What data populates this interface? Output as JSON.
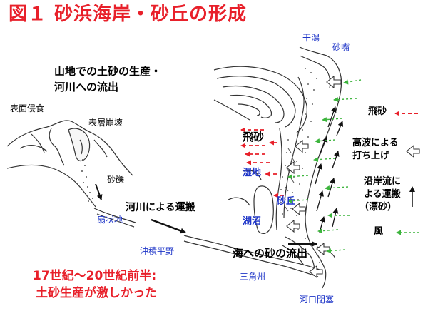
{
  "title": "図１ 砂浜海岸・砂丘の形成",
  "left": {
    "heading_1": "山地での土砂の生産・",
    "heading_2": "河川への流出",
    "surface_erosion": "表面侵食",
    "surface_collapse": "表層崩壊",
    "gravel": "砂礫",
    "alluvial_fan": "扇状地",
    "river_transport": "河川による運搬",
    "alluvial_plain": "沖積平野"
  },
  "right": {
    "tidal_flat": "干潟",
    "sand_spit": "砂嘴",
    "blown_sand": "飛砂",
    "wetland": "湿地",
    "dune": "砂丘",
    "lagoon": "湖沼",
    "sand_outflow": "海への砂の流出",
    "delta": "三角州",
    "river_mouth_closure": "河口閉塞"
  },
  "legend": {
    "blown_sand": "飛砂",
    "high_wave_1": "高波による",
    "high_wave_2": "打ち上げ",
    "longshore_1": "沿岸流に",
    "longshore_2": "よる運搬",
    "longshore_3": "（漂砂）",
    "wind": "風"
  },
  "note": {
    "line_1": "17世紀～20世紀前半:",
    "line_2": "土砂生産が激しかった"
  },
  "colors": {
    "title": "#e8202a",
    "label_blue": "#1f36c8",
    "blown_sand_arrow": "#e8202a",
    "wind_arrow": "#3cb43c",
    "line": "#333333"
  }
}
